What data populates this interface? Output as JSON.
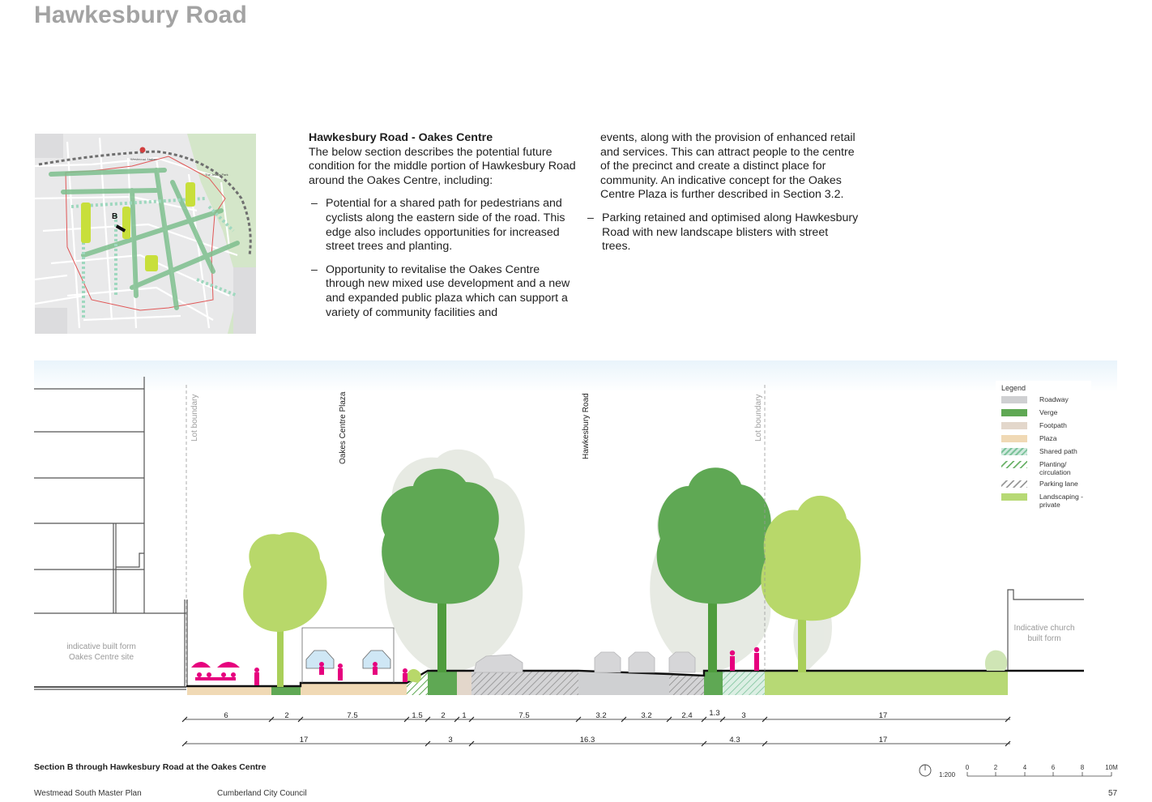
{
  "page_title": "Hawkesbury Road",
  "intro": {
    "heading": "Hawkesbury Road - Oakes Centre",
    "lead": "The below section describes the potential future condition for the middle portion of Hawkesbury Road around the Oakes Centre, including:",
    "bullets": [
      "Potential for a shared path for pedestrians and cyclists along the eastern side of the road. This edge also includes opportunities for increased street trees and planting.",
      "Opportunity to revitalise the Oakes Centre through new mixed use development and a new and expanded public plaza which can support a variety of community facilities and",
      "Parking retained and optimised along Hawkesbury Road with new landscape blisters with street trees."
    ],
    "continuation": "events, along with the provision of enhanced retail and services. This can attract people to the centre of the precinct and create a distinct place for community. An indicative concept for the Oakes Centre Plaza is further described in Section 3.2.",
    "dash": "–"
  },
  "location_map": {
    "marker": "B",
    "labels": [
      "Westmead Station",
      "The Jessie Park"
    ]
  },
  "section": {
    "vertical_labels": [
      "Lot boundary",
      "Oakes Centre Plaza",
      "Hawkesbury Road",
      "Lot boundary"
    ],
    "left_building_label": [
      "indicative built form",
      "Oakes Centre site"
    ],
    "right_building_label": [
      "Indicative church",
      "built form"
    ],
    "dims_row1": [
      "6",
      "2",
      "7.5",
      "1.5",
      "2",
      "1",
      "7.5",
      "3.2",
      "3.2",
      "2.4",
      "1.3",
      "3",
      "17"
    ],
    "dims_row2": [
      "17",
      "3",
      "16.3",
      "4.3",
      "17"
    ]
  },
  "legend": {
    "title": "Legend",
    "items": [
      {
        "label": "Roadway",
        "color": "#cfd0d2"
      },
      {
        "label": "Verge",
        "color": "#5fa854"
      },
      {
        "label": "Footpath",
        "color": "#e3d7cb"
      },
      {
        "label": "Plaza",
        "color": "#f0d9b5"
      },
      {
        "label": "Shared path",
        "color": "#cfe8dd"
      },
      {
        "label": "Planting/ circulation",
        "color": "#6db36a"
      },
      {
        "label": "Parking lane",
        "color": "#9a9a9a"
      },
      {
        "label": "Landscaping - private",
        "color": "#b7d975"
      }
    ]
  },
  "caption": "Section B through Hawkesbury Road at the Oakes Centre",
  "scale": {
    "ratio": "1:200",
    "ticks": [
      "0",
      "2",
      "4",
      "6",
      "8",
      "10M"
    ]
  },
  "footer": {
    "doc": "Westmead South Master Plan",
    "council": "Cumberland City Council",
    "page": "57"
  }
}
